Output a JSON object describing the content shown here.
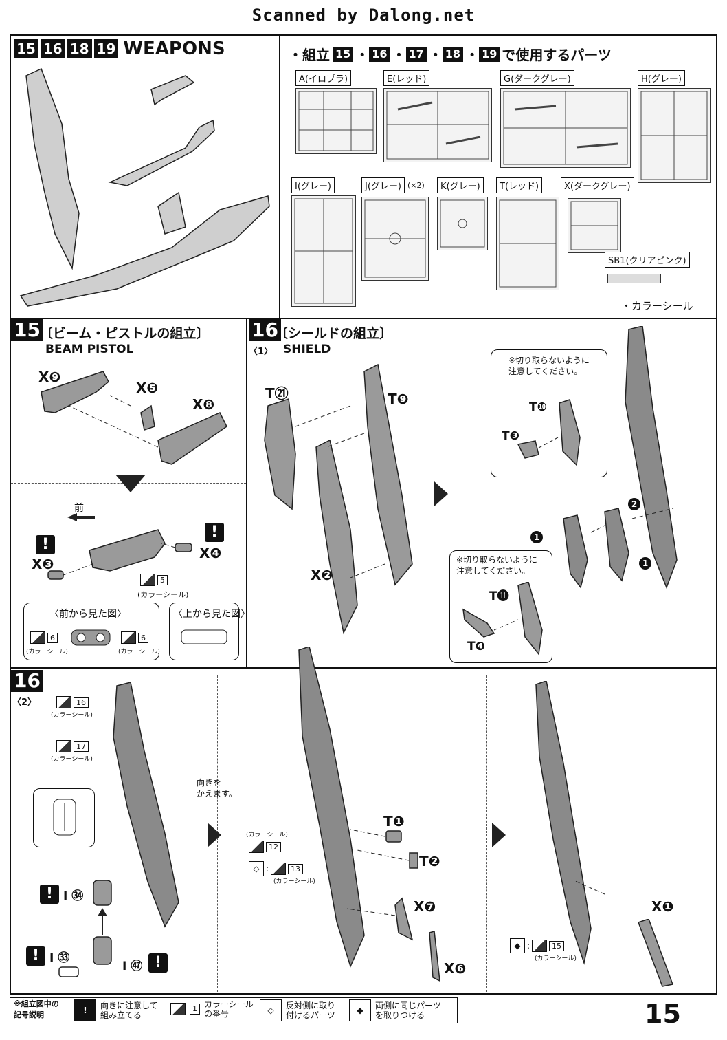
{
  "header": {
    "scan_credit": "Scanned by Dalong.net"
  },
  "overview": {
    "steps": [
      "15",
      "16",
      "18",
      "19"
    ],
    "title": "WEAPONS"
  },
  "parts_list": {
    "title_prefix": "・組立",
    "steps": [
      "15",
      "16",
      "17",
      "18",
      "19"
    ],
    "title_suffix": "で使用するパーツ",
    "runners": [
      {
        "label": "A(イロプラ)"
      },
      {
        "label": "E(レッド)"
      },
      {
        "label": "G(ダークグレー)"
      },
      {
        "label": "H(グレー)"
      },
      {
        "label": "I(グレー)"
      },
      {
        "label": "J(グレー)",
        "qty": "(×2)"
      },
      {
        "label": "K(グレー)"
      },
      {
        "label": "T(レッド)"
      },
      {
        "label": "X(ダークグレー)"
      },
      {
        "label": "SB1(クリアピンク)"
      }
    ],
    "sticker_note": "・カラーシール"
  },
  "step15": {
    "number": "15",
    "title_jp": "〔ビーム・ピストルの組立〕",
    "title_en": "BEAM PISTOL",
    "parts": [
      "X❾",
      "X❺",
      "X❽",
      "X❸",
      "X❹"
    ],
    "front_label": "前",
    "sticker_5": "5",
    "sticker_caption": "(カラーシール)",
    "front_view": "〈前から見た図〉",
    "top_view": "〈上から見た図〉",
    "sticker_6": "6"
  },
  "step16_1": {
    "number": "16",
    "sub": "〈1〉",
    "title_jp": "〔シールドの組立〕",
    "title_en": "SHIELD",
    "parts": [
      "T㉑",
      "T❾",
      "X❷",
      "T❿",
      "T❸",
      "T⓫",
      "T❹"
    ],
    "note1": "※切り取らないように\n注意してください。",
    "note2": "※切り取らないように\n注意してください。",
    "order": [
      "1",
      "2",
      "1"
    ]
  },
  "step16_2": {
    "number": "16",
    "sub": "〈2〉",
    "sticker_16": "16",
    "sticker_17": "17",
    "sticker_12": "12",
    "sticker_13": "13",
    "sticker_15": "15",
    "sticker_caption": "(カラーシール)",
    "turn_note": "向きを\nかえます。",
    "parts": [
      "I ㉞",
      "I ㉝",
      "I ㊼",
      "T❶",
      "T❷",
      "X❼",
      "X❻",
      "X❶"
    ]
  },
  "legend": {
    "title": "※組立図中の\n記号説明",
    "items": [
      {
        "icon": "!",
        "text": "向きに注意して\n組み立てる"
      },
      {
        "icon": "1",
        "text": "カラーシール\nの番号"
      },
      {
        "icon": "◇",
        "text": "反対側に取り\n付けるパーツ"
      },
      {
        "icon": "◆",
        "text": "両側に同じパーツ\nを取りつける"
      }
    ]
  },
  "page_number": "15"
}
